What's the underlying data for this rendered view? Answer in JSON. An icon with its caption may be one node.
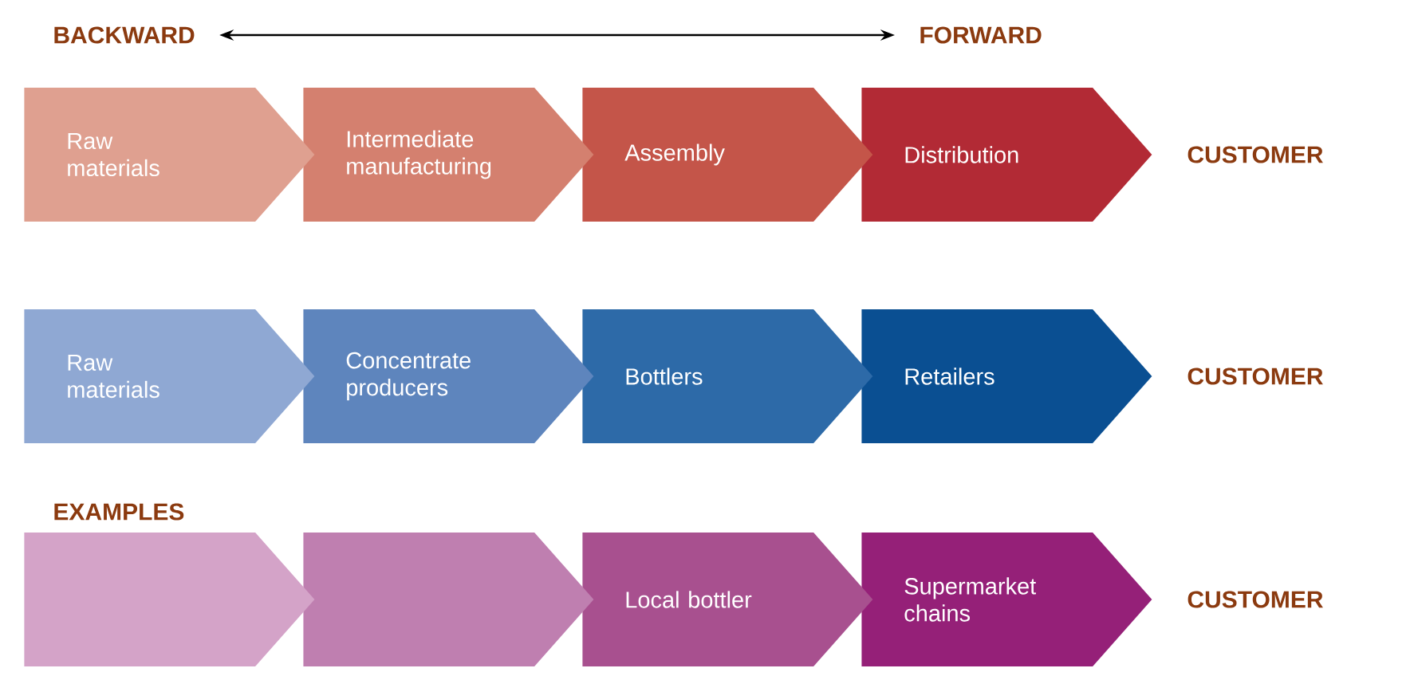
{
  "diagram": {
    "nodes": [
      {
        "text": [
          "BACKWARD"
        ]
      },
      {
        "text": [
          "FORWARD"
        ]
      },
      {
        "text": [
          "Raw materials"
        ]
      },
      {
        "text": [
          "Intermediate manufacturing"
        ]
      },
      {
        "text": [
          "Assembly"
        ]
      },
      {
        "text": [
          "Distribution"
        ]
      },
      {
        "text": [
          "Raw materials"
        ]
      },
      {
        "text": [
          "Concentrate producers"
        ]
      },
      {
        "text": [
          "Bottlers"
        ]
      },
      {
        "text": [
          "Retailers"
        ]
      },
      {
        "text": [],
        "shape": "chevron"
      },
      {
        "text": [],
        "shape": "chevron"
      },
      {
        "text": [
          "Local bottler"
        ]
      },
      {
        "text": [
          "Supermarket chains"
        ]
      }
    ],
    "edges": [
      {
        "from": 0,
        "to": 1,
        "arrow": "both"
      }
    ],
    "labels": [
      "CUSTOMER",
      "CUSTOMER",
      "EXAMPLES",
      "CUSTOMER"
    ]
  }
}
